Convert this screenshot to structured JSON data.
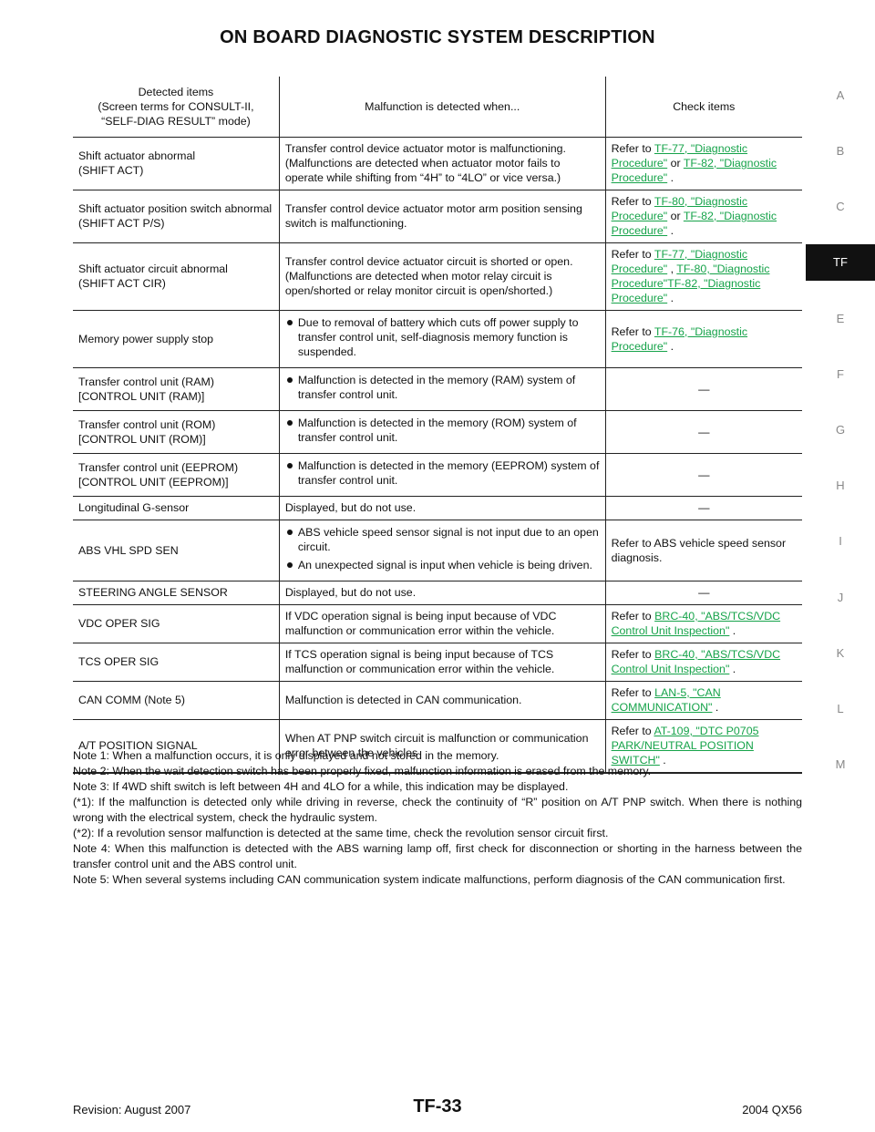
{
  "title": "ON BOARD DIAGNOSTIC SYSTEM DESCRIPTION",
  "side_index": [
    "A",
    "B",
    "C",
    "TF",
    "E",
    "F",
    "G",
    "H",
    "I",
    "J",
    "K",
    "L",
    "M"
  ],
  "side_active": "TF",
  "table": {
    "headers": [
      "Detected items\n(Screen terms for CONSULT-II, “SELF-DIAG RESULT” mode)",
      "Malfunction is detected when...",
      "Check items"
    ],
    "rows": [
      {
        "item": "Shift actuator abnormal\n(SHIFT ACT)",
        "cond": "Transfer control device actuator motor is malfunctioning. (Malfunctions are detected when actuator motor fails to operate while shifting from “4H” to “4LO” or vice versa.)",
        "check": [
          {
            "t": "Refer to "
          },
          {
            "l": "TF-77, \"Diagnostic Procedure\""
          },
          {
            "t": " or "
          },
          {
            "l": "TF-82, \"Diagnostic Procedure\""
          },
          {
            "t": " ."
          }
        ]
      },
      {
        "item": "Shift actuator position switch abnormal\n(SHIFT ACT P/S)",
        "cond": "Transfer control device actuator motor arm position sensing switch is malfunctioning.",
        "check": [
          {
            "t": "Refer to "
          },
          {
            "l": "TF-80, \"Diagnostic Procedure\""
          },
          {
            "t": " or "
          },
          {
            "l": "TF-82, \"Diagnostic Procedure\""
          },
          {
            "t": " ."
          }
        ]
      },
      {
        "item": "Shift actuator circuit abnormal\n(SHIFT ACT CIR)",
        "cond": "Transfer control device actuator circuit is shorted or open. (Malfunctions are detected when motor relay circuit is open/shorted or relay monitor circuit is open/shorted.)",
        "check": [
          {
            "t": "Refer to "
          },
          {
            "l": "TF-77, \"Diagnostic Procedure\""
          },
          {
            "t": " , "
          },
          {
            "l": "TF-80, \"Diagnostic Procedure\"TF-82, \"Diagnostic Procedure\""
          },
          {
            "t": " ."
          }
        ]
      },
      {
        "item": "Memory power supply stop",
        "bullets": [
          "Due to removal of battery which cuts off power supply to transfer control unit, self-diagnosis memory function is suspended."
        ],
        "check": [
          {
            "t": "Refer to "
          },
          {
            "l": "TF-76, \"Diagnostic Procedure\""
          },
          {
            "t": " ."
          }
        ]
      },
      {
        "item": "Transfer control unit (RAM)\n[CONTROL UNIT (RAM)]",
        "bullets": [
          "Malfunction is detected in the memory (RAM) system of transfer control unit."
        ],
        "check": "—"
      },
      {
        "item": "Transfer control unit (ROM)\n[CONTROL UNIT (ROM)]",
        "bullets": [
          "Malfunction is detected in the memory (ROM) system of transfer control unit."
        ],
        "check": "—"
      },
      {
        "item": "Transfer control unit (EEPROM)\n[CONTROL UNIT (EEPROM)]",
        "bullets": [
          "Malfunction is detected in the memory (EEPROM) system of transfer control unit."
        ],
        "check": "—"
      },
      {
        "item": "Longitudinal G-sensor",
        "cond": "Displayed, but do not use.",
        "check": "—"
      },
      {
        "item": "ABS VHL SPD SEN",
        "bullets": [
          "ABS vehicle speed sensor signal is not input due to an open circuit.",
          "An unexpected signal is input when vehicle is being driven."
        ],
        "check": "Refer to ABS vehicle speed sensor diagnosis."
      },
      {
        "item": "STEERING ANGLE SENSOR",
        "cond": "Displayed, but do not use.",
        "check": "—"
      },
      {
        "item": "VDC OPER SIG",
        "cond": "If VDC operation signal is being input because of VDC malfunction or communication error within the vehicle.",
        "check": [
          {
            "t": "Refer to "
          },
          {
            "l": "BRC-40, \"ABS/TCS/VDC Control Unit Inspection\""
          },
          {
            "t": " ."
          }
        ]
      },
      {
        "item": "TCS OPER SIG",
        "cond": "If TCS operation signal is being input because of TCS malfunction or communication error within the vehicle.",
        "check": [
          {
            "t": "Refer to "
          },
          {
            "l": "BRC-40, \"ABS/TCS/VDC Control Unit Inspection\""
          },
          {
            "t": " ."
          }
        ]
      },
      {
        "item": "CAN COMM (Note 5)",
        "cond": "Malfunction is detected in CAN communication.",
        "check": [
          {
            "t": "Refer to "
          },
          {
            "l": "LAN-5, \"CAN COMMUNICATION\""
          },
          {
            "t": " ."
          }
        ]
      },
      {
        "item": "A/T POSITION SIGNAL",
        "cond": "When AT PNP switch circuit is malfunction or communication error between the vehicles",
        "check": [
          {
            "t": "Refer to "
          },
          {
            "l": "AT-109, \"DTC P0705 PARK/NEUTRAL POSITION SWITCH\""
          },
          {
            "t": " ."
          }
        ]
      }
    ]
  },
  "notes": [
    "Note 1: When a malfunction occurs, it is only displayed and not stored in the memory.",
    "Note 2: When the wait detection switch has been properly fixed, malfunction information is erased from the memory.",
    "Note 3: If 4WD shift switch is left between 4H and 4LO for a while, this indication may be displayed.",
    "(*1): If the malfunction is detected only while driving in reverse, check the continuity of “R” position on A/T PNP switch. When there is nothing wrong with the electrical system, check the hydraulic system.",
    "(*2): If a revolution sensor malfunction is detected at the same time, check the revolution sensor circuit first.",
    "Note 4: When this malfunction is detected with the ABS warning lamp off, first check for disconnection or shorting in the harness between the transfer control unit and the ABS control unit.",
    "Note 5: When several systems including CAN communication system indicate malfunctions, perform diagnosis of the CAN communication first."
  ],
  "footer": {
    "revision": "Revision: August 2007",
    "page": "TF-33",
    "model": "2004 QX56"
  },
  "colors": {
    "link": "#16a34a",
    "index_active_bg": "#111111"
  }
}
